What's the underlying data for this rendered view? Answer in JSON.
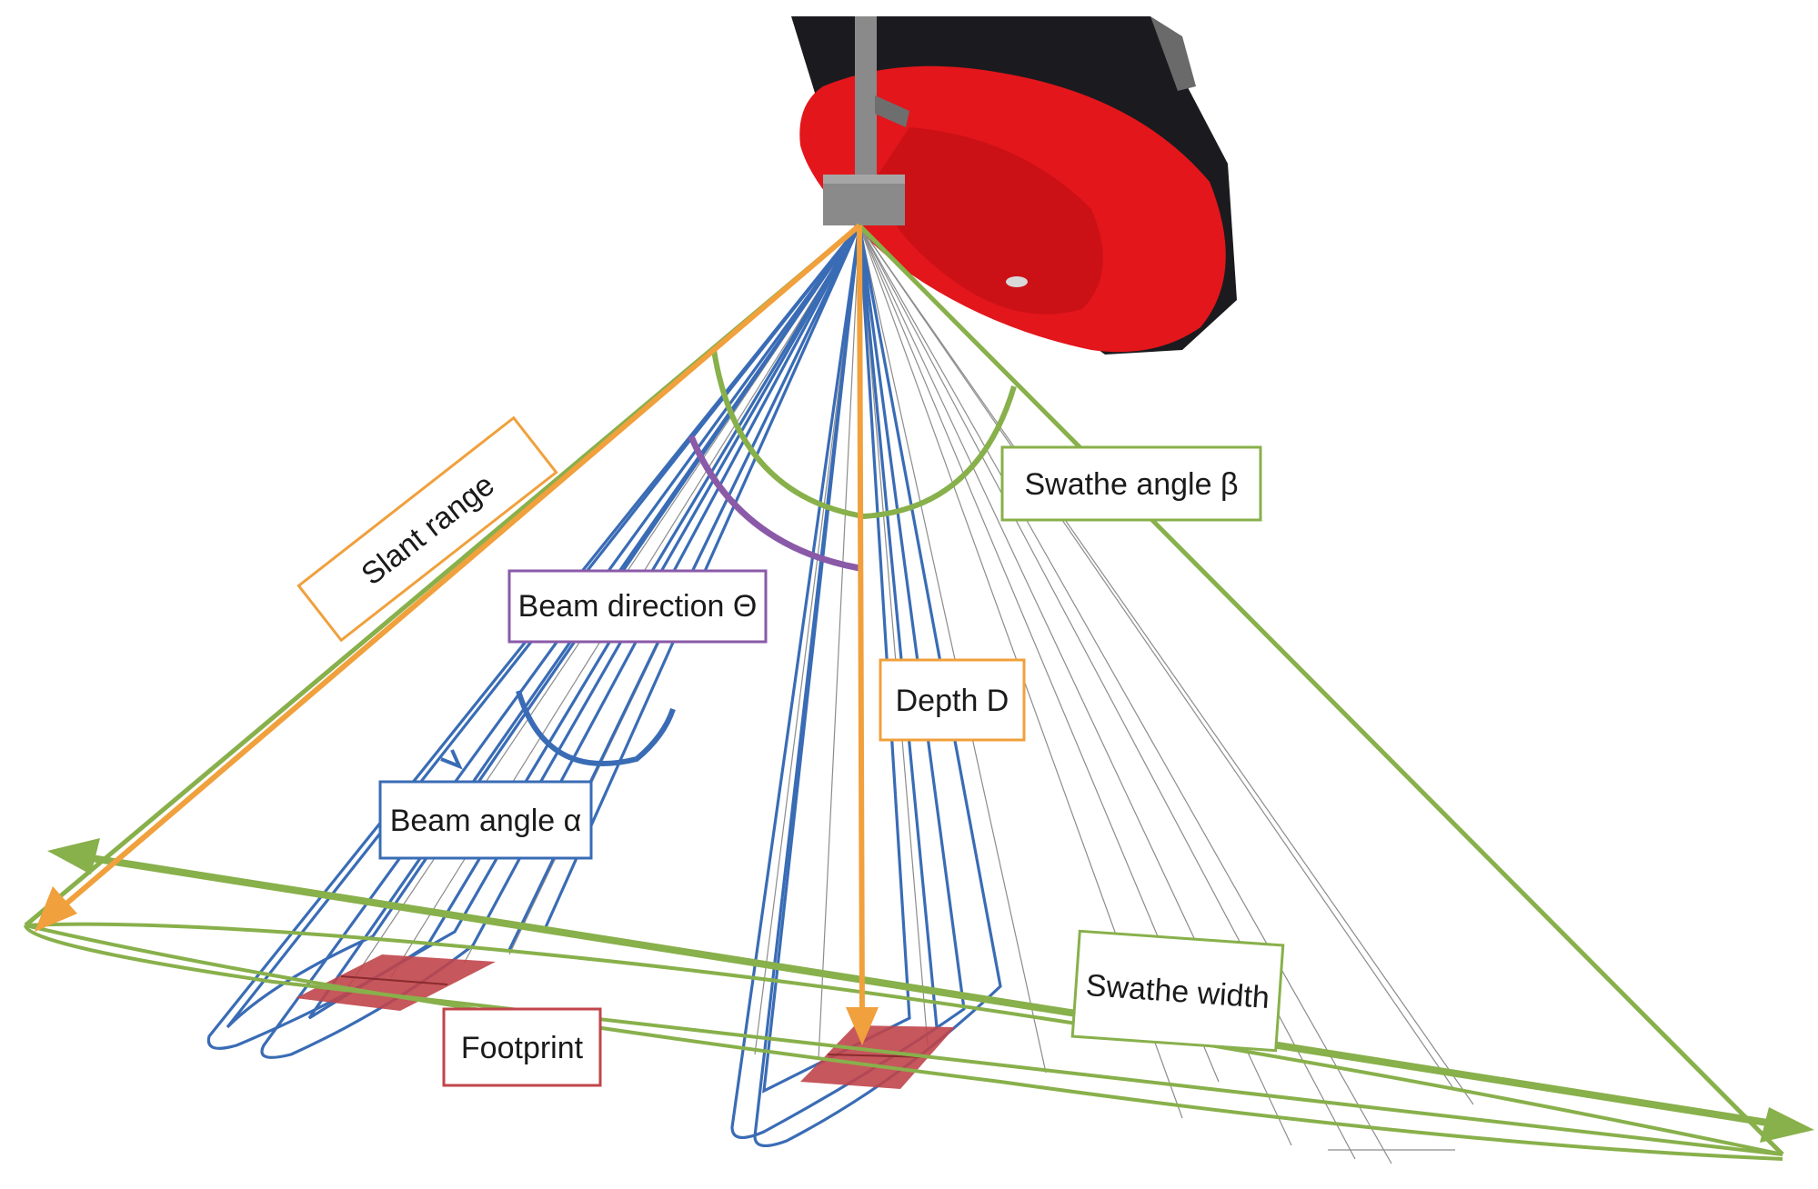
{
  "labels": {
    "slant_range": "Slant range",
    "beam_direction": "Beam direction Θ",
    "swathe_angle": "Swathe angle β",
    "depth": "Depth D",
    "beam_angle": "Beam angle α",
    "swathe_width": "Swathe width",
    "footprint": "Footprint"
  },
  "colors": {
    "hull": "#e3161b",
    "hull_dark": "#1b1b1f",
    "transducer": "#8a8a8a",
    "beam": "#3a6cb5",
    "swathe": "#88b04b",
    "depth_slant": "#f0a03c",
    "beam_direction": "#8a5aa8",
    "footprint": "#c0454a"
  }
}
